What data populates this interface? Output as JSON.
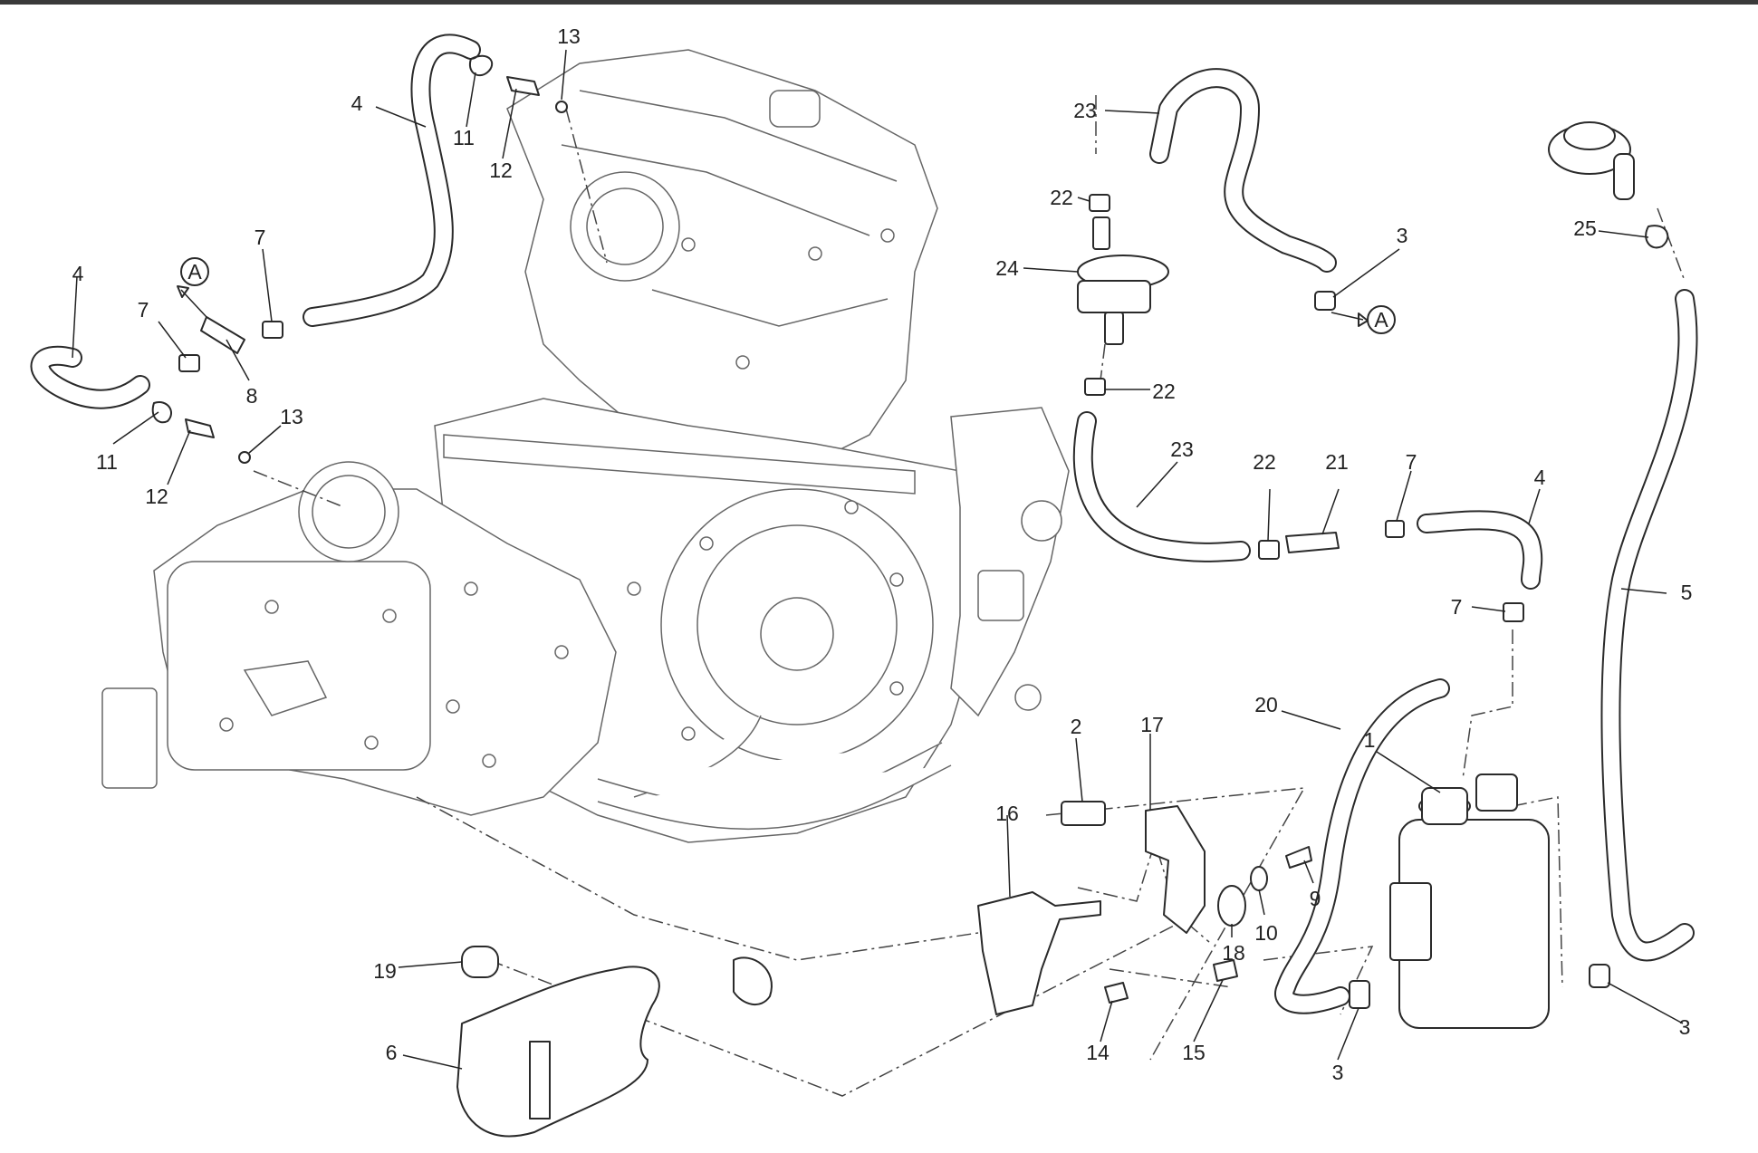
{
  "diagram": {
    "callouts": [
      "1",
      "2",
      "3",
      "4",
      "5",
      "6",
      "7",
      "8",
      "9",
      "10",
      "11",
      "12",
      "13",
      "14",
      "15",
      "16",
      "17",
      "18",
      "19",
      "20",
      "21",
      "22",
      "23",
      "24",
      "25"
    ],
    "reference_marker": "A",
    "labels": [
      {
        "id": "l-13-top",
        "text": "13"
      },
      {
        "id": "l-4-top",
        "text": "4"
      },
      {
        "id": "l-11-top",
        "text": "11"
      },
      {
        "id": "l-12-top",
        "text": "12"
      },
      {
        "id": "l-7-a",
        "text": "7"
      },
      {
        "id": "l-4-left",
        "text": "4"
      },
      {
        "id": "l-7-b",
        "text": "7"
      },
      {
        "id": "l-8",
        "text": "8"
      },
      {
        "id": "l-13-mid",
        "text": "13"
      },
      {
        "id": "l-11-mid",
        "text": "11"
      },
      {
        "id": "l-12-mid",
        "text": "12"
      },
      {
        "id": "l-23-top",
        "text": "23"
      },
      {
        "id": "l-22-top",
        "text": "22"
      },
      {
        "id": "l-24",
        "text": "24"
      },
      {
        "id": "l-3-top",
        "text": "3"
      },
      {
        "id": "l-22-mid",
        "text": "22"
      },
      {
        "id": "l-23-mid",
        "text": "23"
      },
      {
        "id": "l-22-low",
        "text": "22"
      },
      {
        "id": "l-21",
        "text": "21"
      },
      {
        "id": "l-7-c",
        "text": "7"
      },
      {
        "id": "l-4-right",
        "text": "4"
      },
      {
        "id": "l-25",
        "text": "25"
      },
      {
        "id": "l-5",
        "text": "5"
      },
      {
        "id": "l-7-d",
        "text": "7"
      },
      {
        "id": "l-20",
        "text": "20"
      },
      {
        "id": "l-1",
        "text": "1"
      },
      {
        "id": "l-2",
        "text": "2"
      },
      {
        "id": "l-17",
        "text": "17"
      },
      {
        "id": "l-16",
        "text": "16"
      },
      {
        "id": "l-9",
        "text": "9"
      },
      {
        "id": "l-10",
        "text": "10"
      },
      {
        "id": "l-18",
        "text": "18"
      },
      {
        "id": "l-19",
        "text": "19"
      },
      {
        "id": "l-6",
        "text": "6"
      },
      {
        "id": "l-14",
        "text": "14"
      },
      {
        "id": "l-15",
        "text": "15"
      },
      {
        "id": "l-3-low",
        "text": "3"
      },
      {
        "id": "l-3-right",
        "text": "3"
      }
    ]
  }
}
